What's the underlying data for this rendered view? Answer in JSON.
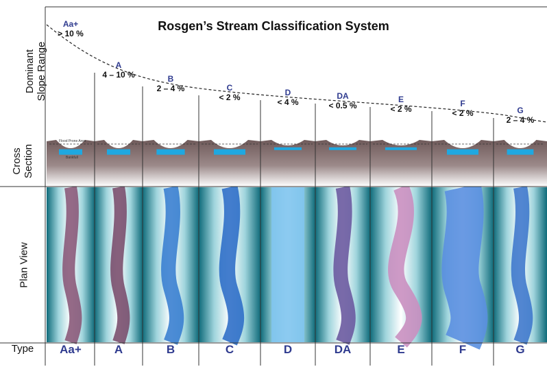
{
  "title": "Rosgen’s Stream Classification System",
  "row_labels": {
    "slope_line1": "Dominant",
    "slope_line2": "Slope Range",
    "cross_line1": "Cross",
    "cross_line2": "Section",
    "plan": "Plan View",
    "type": "Type"
  },
  "cross_section_notes": {
    "flood_prone": "Flood Prone Area",
    "bankfull": "Bankfull"
  },
  "stream_types": [
    {
      "code": "Aa+",
      "slope": "> 10 %",
      "color": "#8a5a7a"
    },
    {
      "code": "A",
      "slope": "4 – 10 %",
      "color": "#7a4f6e"
    },
    {
      "code": "B",
      "slope": "2 – 4 %",
      "color": "#3a7fd0"
    },
    {
      "code": "C",
      "slope": "< 2 %",
      "color": "#2f6fc8"
    },
    {
      "code": "D",
      "slope": "< 4 %",
      "color": "#7fc4ee"
    },
    {
      "code": "DA",
      "slope": "< 0.5 %",
      "color": "#6a5aa0"
    },
    {
      "code": "E",
      "slope": "< 2 %",
      "color": "#c98fc0"
    },
    {
      "code": "F",
      "slope": "< 2 %",
      "color": "#5a8fe0"
    },
    {
      "code": "G",
      "slope": "2 – 4 %",
      "color": "#3f79cc"
    }
  ],
  "colors": {
    "label_blue": "#2f3b8f",
    "ground": "#6f5a5a",
    "water": "#1fa8e0",
    "grid": "#333333"
  }
}
